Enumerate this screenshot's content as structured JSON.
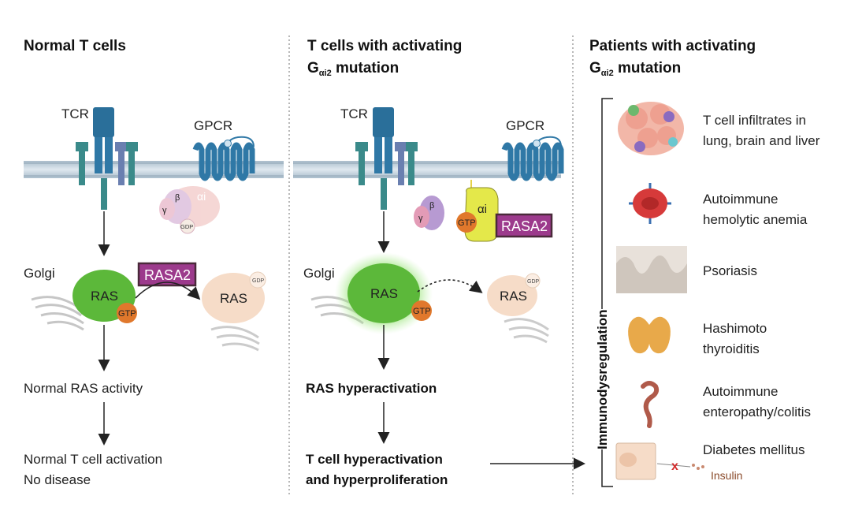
{
  "panels": {
    "normal": {
      "title": "Normal T cells",
      "tcr": "TCR",
      "gpcr": "GPCR",
      "gamma": "γ",
      "beta": "β",
      "alpha": "αi",
      "gdp": "GDP",
      "golgi": "Golgi",
      "ras": "RAS",
      "gtp": "GTP",
      "rasa2": "RASA2",
      "ras_off": "RAS",
      "gdp2": "GDP",
      "outcome1": "Normal RAS activity",
      "outcome2a": "Normal T cell activation",
      "outcome2b": "No disease"
    },
    "mutant": {
      "title_line1": "T cells with activating",
      "title_g": "G",
      "title_sub": "αi2",
      "title_rest": " mutation",
      "tcr": "TCR",
      "gpcr": "GPCR",
      "gamma": "γ",
      "beta": "β",
      "alpha": "αi",
      "gtp_alpha": "GTP",
      "rasa2": "RASA2",
      "golgi": "Golgi",
      "ras": "RAS",
      "gtp": "GTP",
      "ras_off": "RAS",
      "gdp": "GDP",
      "outcome1": "RAS hyperactivation",
      "outcome2a": "T cell hyperactivation",
      "outcome2b": "and hyperproliferation"
    },
    "patients": {
      "title_line1": "Patients with activating",
      "title_g": "G",
      "title_sub": "αi2",
      "title_rest": " mutation",
      "bracket_label": "Immunodysregulation",
      "items": [
        {
          "icon": "lung-infiltrate-icon",
          "line1": "T cell infiltrates in",
          "line2": "lung, brain and liver"
        },
        {
          "icon": "red-blood-cell-icon",
          "line1": "Autoimmune",
          "line2": "hemolytic anemia"
        },
        {
          "icon": "skin-layer-icon",
          "line1": "Psoriasis",
          "line2": ""
        },
        {
          "icon": "thyroid-icon",
          "line1": "Hashimoto",
          "line2": "thyroiditis"
        },
        {
          "icon": "intestine-icon",
          "line1": "Autoimmune",
          "line2": "enteropathy/colitis"
        },
        {
          "icon": "beta-cell-icon",
          "line1": "Diabetes mellitus",
          "line2": ""
        }
      ],
      "insulin": "Insulin",
      "block_mark": "x"
    }
  },
  "colors": {
    "ras_active": "#5cb83a",
    "ras_inactive": "#f6dcc8",
    "rasa2_fill": "#9c3a8c",
    "rasa2_border": "#4a2a3a",
    "gtp": "#e0782c",
    "receptor": "#2f78a6",
    "membrane": "#b9cad6"
  }
}
